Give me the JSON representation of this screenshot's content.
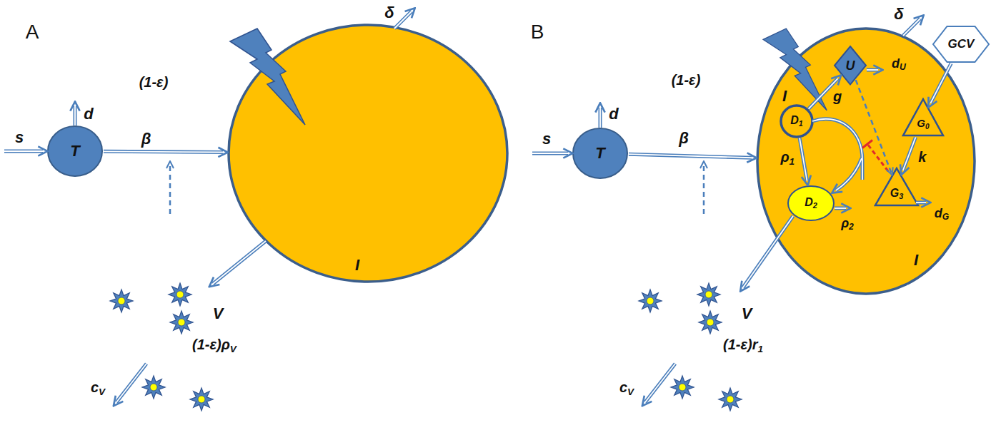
{
  "diagram": {
    "nodes": [
      {
        "text": [
          "T"
        ]
      },
      {
        "text": [
          "I"
        ]
      },
      {
        "text": [
          "T"
        ]
      },
      {
        "text": [
          "I",
          "I"
        ]
      },
      {
        "text": [
          "U"
        ],
        "in": 3
      },
      {
        "text": [
          "D1"
        ],
        "in": 3
      },
      {
        "text": [
          "G0"
        ],
        "in": 3
      },
      {
        "text": [
          "D2"
        ],
        "in": 3
      },
      {
        "text": [
          "G3"
        ],
        "in": 3
      },
      {
        "text": [
          "GCV"
        ]
      }
    ],
    "edges": [
      {
        "from": 0,
        "to": 1,
        "label": "β",
        "arrow": "to"
      },
      {
        "from": 2,
        "to": 3,
        "label": "β",
        "arrow": "to"
      },
      {
        "from": 5,
        "to": 4,
        "label": "g",
        "arrow": "to"
      },
      {
        "from": 5,
        "to": 7,
        "label": "ρ1",
        "arrow": "to"
      },
      {
        "from": 9,
        "to": 6,
        "arrow": "to"
      },
      {
        "from": 6,
        "to": 8,
        "label": "k",
        "arrow": "to"
      },
      {
        "from": 4,
        "to": 8,
        "arrow": "to"
      }
    ],
    "labels": [
      "A",
      "(1-ε)",
      "s",
      "d",
      "δ",
      "V",
      "(1-ε)ρV",
      "cV",
      "B",
      "(1-ε)",
      "s",
      "d",
      "δ",
      "dU",
      "ρ2",
      "dG",
      "V",
      "(1-ε)r1",
      "cV"
    ]
  }
}
